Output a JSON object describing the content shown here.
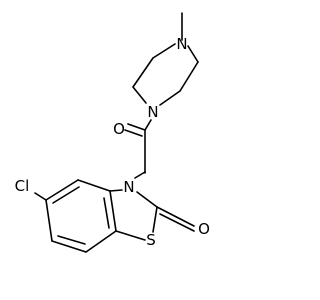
{
  "molecule": {
    "atoms": {
      "n_top": "N",
      "n_mid": "N",
      "o_ketone": "O",
      "n_ring": "N",
      "cl": "Cl",
      "o_lactam": "O",
      "s_ring": "S"
    }
  }
}
